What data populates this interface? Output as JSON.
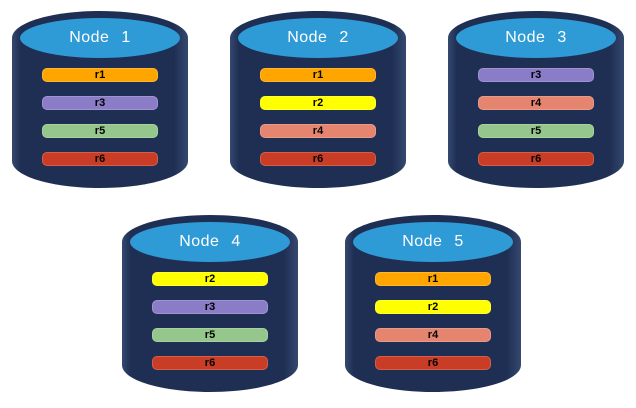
{
  "diagram": {
    "description": "Database nodes with replica placement",
    "background": "#FFFFFF"
  },
  "colors": {
    "cylinder_body": "#1F2F54",
    "cylinder_body_edge": "#35486F",
    "cylinder_top": "#2E9BD6",
    "node_title_text": "#FFFFFF",
    "replica_label_text": "#000000"
  },
  "replica_colors": {
    "r1": "#FFA500",
    "r2": "#FFFF00",
    "r3": "#8B7CC8",
    "r4": "#E5856F",
    "r5": "#95C78C",
    "r6": "#C93C25"
  },
  "nodes": [
    {
      "label": "Node 1",
      "row": 0,
      "replicas": [
        "r1",
        "r3",
        "r5",
        "r6"
      ]
    },
    {
      "label": "Node 2",
      "row": 0,
      "replicas": [
        "r1",
        "r2",
        "r4",
        "r6"
      ]
    },
    {
      "label": "Node 3",
      "row": 0,
      "replicas": [
        "r3",
        "r4",
        "r5",
        "r6"
      ]
    },
    {
      "label": "Node 4",
      "row": 1,
      "replicas": [
        "r2",
        "r3",
        "r5",
        "r6"
      ]
    },
    {
      "label": "Node 5",
      "row": 1,
      "replicas": [
        "r1",
        "r2",
        "r4",
        "r6"
      ]
    }
  ]
}
